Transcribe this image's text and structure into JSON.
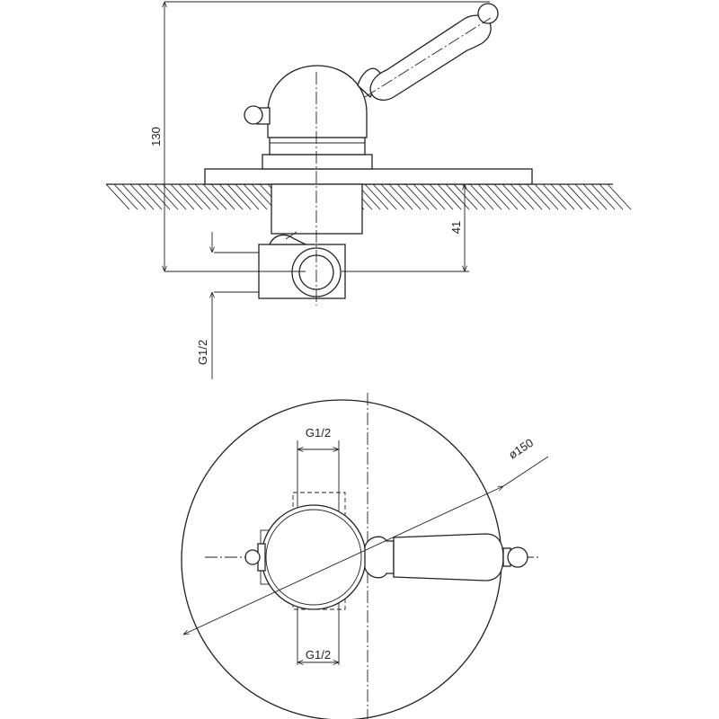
{
  "side_view": {
    "dim_height_total": "130",
    "dim_outlet_depth": "41",
    "dim_thread_side": "G1/2"
  },
  "top_view": {
    "dim_thread_top": "G1/2",
    "dim_thread_bottom": "G1/2",
    "dim_diameter": "ø150"
  }
}
